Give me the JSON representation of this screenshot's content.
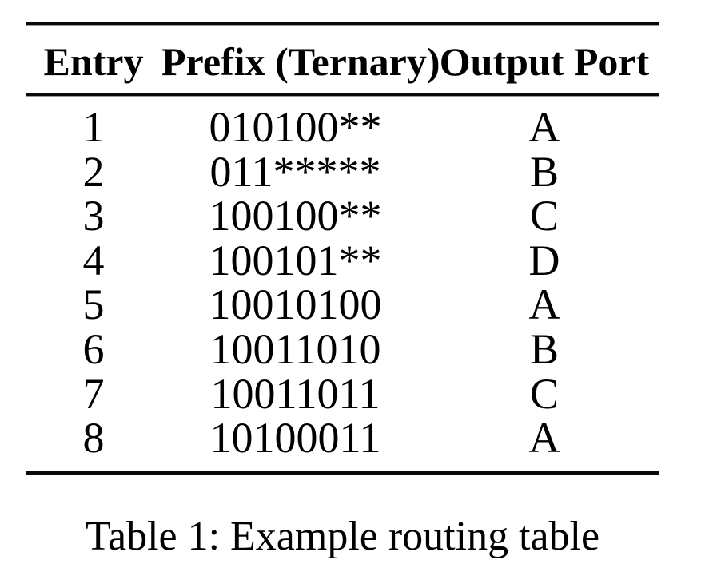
{
  "page": {
    "background_color": "#ffffff",
    "text_color": "#000000"
  },
  "table": {
    "columns": [
      {
        "key": "entry",
        "label": "Entry"
      },
      {
        "key": "prefix",
        "label": "Prefix (Ternary)"
      },
      {
        "key": "port",
        "label": "Output Port"
      }
    ],
    "rows": [
      {
        "entry": "1",
        "prefix": "010100**",
        "port": "A"
      },
      {
        "entry": "2",
        "prefix": "011*****",
        "port": "B"
      },
      {
        "entry": "3",
        "prefix": "100100**",
        "port": "C"
      },
      {
        "entry": "4",
        "prefix": "100101**",
        "port": "D"
      },
      {
        "entry": "5",
        "prefix": "10010100",
        "port": "A"
      },
      {
        "entry": "6",
        "prefix": "10011010",
        "port": "B"
      },
      {
        "entry": "7",
        "prefix": "10011011",
        "port": "C"
      },
      {
        "entry": "8",
        "prefix": "10100011",
        "port": "A"
      }
    ]
  },
  "caption": {
    "text": "Table 1: Example routing table"
  }
}
